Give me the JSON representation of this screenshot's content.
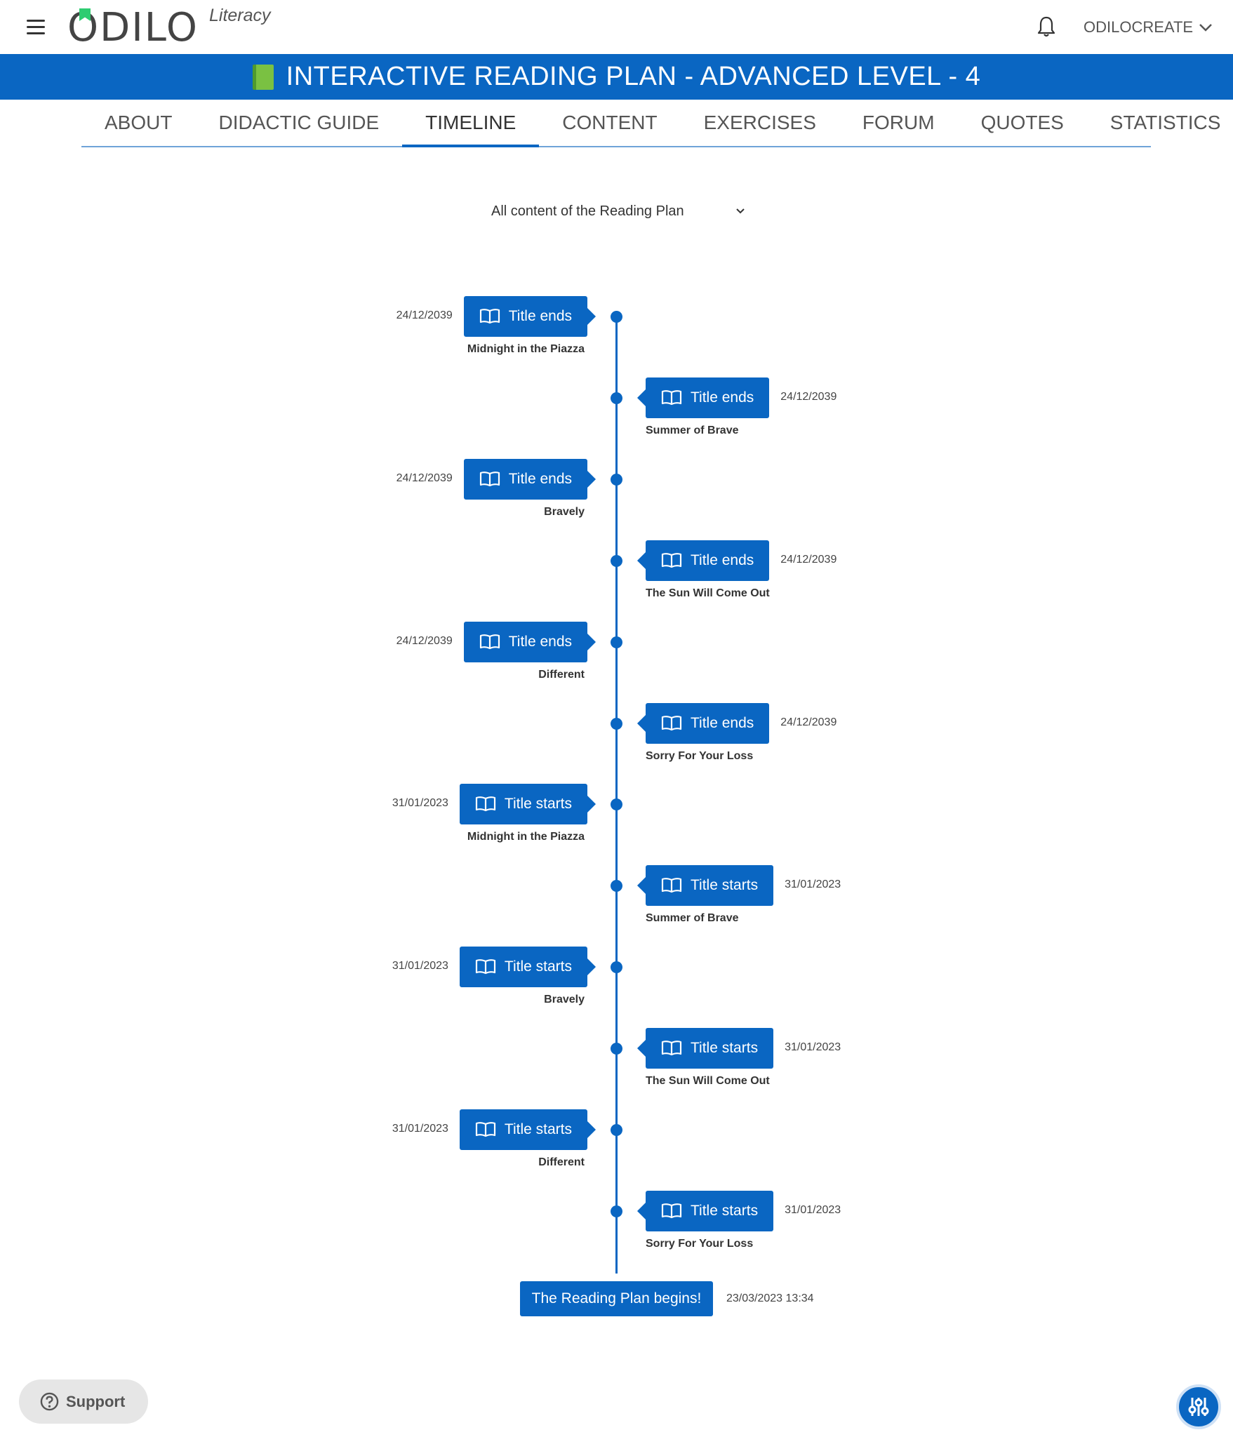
{
  "header": {
    "logo_text": "ODILO",
    "logo_sub": "Literacy",
    "user_label": "ODILOCREATE"
  },
  "title_bar": {
    "title": "INTERACTIVE READING PLAN - ADVANCED LEVEL - 4"
  },
  "tabs": [
    {
      "label": "ABOUT",
      "active": false
    },
    {
      "label": "DIDACTIC GUIDE",
      "active": false
    },
    {
      "label": "TIMELINE",
      "active": true
    },
    {
      "label": "CONTENT",
      "active": false
    },
    {
      "label": "EXERCISES",
      "active": false
    },
    {
      "label": "FORUM",
      "active": false
    },
    {
      "label": "QUOTES",
      "active": false
    },
    {
      "label": "STATISTICS",
      "active": false
    }
  ],
  "filter": {
    "selected": "All content of the Reading Plan"
  },
  "timeline": {
    "events": [
      {
        "side": "left",
        "label": "Title ends",
        "date": "24/12/2039",
        "title": "Midnight in the Piazza"
      },
      {
        "side": "right",
        "label": "Title ends",
        "date": "24/12/2039",
        "title": "Summer of Brave"
      },
      {
        "side": "left",
        "label": "Title ends",
        "date": "24/12/2039",
        "title": "Bravely"
      },
      {
        "side": "right",
        "label": "Title ends",
        "date": "24/12/2039",
        "title": "The Sun Will Come Out"
      },
      {
        "side": "left",
        "label": "Title ends",
        "date": "24/12/2039",
        "title": "Different"
      },
      {
        "side": "right",
        "label": "Title ends",
        "date": "24/12/2039",
        "title": "Sorry For Your Loss"
      },
      {
        "side": "left",
        "label": "Title starts",
        "date": "31/01/2023",
        "title": "Midnight in the Piazza"
      },
      {
        "side": "right",
        "label": "Title starts",
        "date": "31/01/2023",
        "title": "Summer of Brave"
      },
      {
        "side": "left",
        "label": "Title starts",
        "date": "31/01/2023",
        "title": "Bravely"
      },
      {
        "side": "right",
        "label": "Title starts",
        "date": "31/01/2023",
        "title": "The Sun Will Come Out"
      },
      {
        "side": "left",
        "label": "Title starts",
        "date": "31/01/2023",
        "title": "Different"
      },
      {
        "side": "right",
        "label": "Title starts",
        "date": "31/01/2023",
        "title": "Sorry For Your Loss"
      }
    ],
    "begin_label": "The Reading Plan begins!",
    "begin_date": "23/03/2023 13:34"
  },
  "support": {
    "label": "Support"
  },
  "colors": {
    "primary": "#0a66c2",
    "tab_underline": "#6fa3d8",
    "support_bg": "#e6e6e6",
    "book_icon": "#7ac142"
  },
  "icons": {
    "menu": "hamburger-icon",
    "notifications": "bell-icon",
    "user_dropdown": "chevron-down-icon",
    "event": "open-book-icon",
    "support": "question-circle-icon",
    "accessibility": "sliders-icon"
  }
}
